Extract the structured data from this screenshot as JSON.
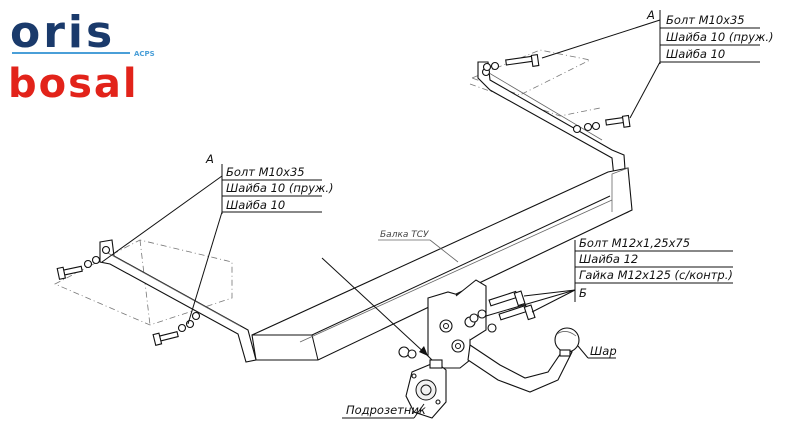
{
  "logos": {
    "oris": "oris",
    "oris_sub": "ACPS",
    "bosal": "bosal",
    "colors": {
      "oris": "#1a3a6b",
      "oris_sub": "#4a9fd8",
      "bosal": "#e2231a"
    }
  },
  "callouts": {
    "top_right": {
      "letter": "A",
      "lines": [
        "Болт М10х35",
        "Шайба 10 (пруж.)",
        "Шайба 10"
      ]
    },
    "left": {
      "letter": "A",
      "lines": [
        "Болт М10х35",
        "Шайба 10 (пруж.)",
        "Шайба 10"
      ]
    },
    "right_lower": {
      "lines": [
        "Болт М12х1,25х75",
        "Шайба 12",
        "Гайка М12х125 (с/контр.)"
      ],
      "letter": "Б"
    }
  },
  "labels": {
    "beam": "Балка ТСУ",
    "ball": "Шар",
    "socket_plate": "Подрозетник"
  }
}
